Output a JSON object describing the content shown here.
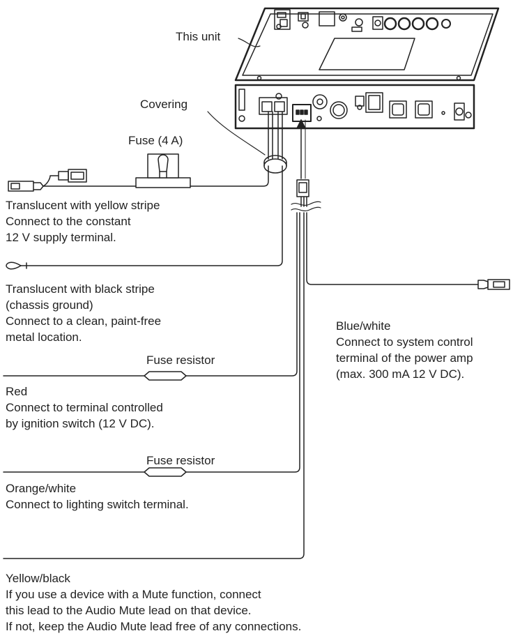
{
  "unit": {
    "label": "This unit"
  },
  "covering": {
    "label": "Covering"
  },
  "fuse": {
    "label": "Fuse (4 A)"
  },
  "wire_yellow_stripe": {
    "lines": [
      "Translucent with yellow stripe",
      "Connect to the constant",
      "12 V supply terminal."
    ]
  },
  "wire_black_stripe": {
    "lines": [
      "Translucent with black stripe",
      "(chassis ground)",
      "Connect to a clean, paint-free",
      "metal location."
    ]
  },
  "wire_red": {
    "resistor_label": "Fuse resistor",
    "lines": [
      "Red",
      "Connect to terminal controlled",
      "by ignition switch (12 V DC)."
    ]
  },
  "wire_orange": {
    "resistor_label": "Fuse resistor",
    "lines": [
      "Orange/white",
      "Connect to lighting switch terminal."
    ]
  },
  "wire_blue": {
    "lines": [
      "Blue/white",
      "Connect to system control",
      "terminal of the  power amp",
      "(max. 300 mA 12 V DC)."
    ]
  },
  "wire_yellow_black": {
    "lines": [
      "Yellow/black",
      "If you use a device with a Mute function, connect",
      "this lead to the Audio Mute lead on that device.",
      "If not, keep the Audio Mute lead free of any connections."
    ]
  }
}
